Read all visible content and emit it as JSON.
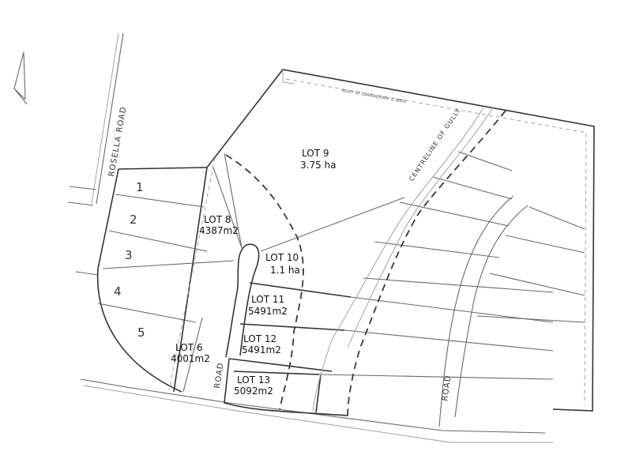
{
  "map": {
    "roads": {
      "rosella": "ROSELLA ROAD",
      "inner_road": "ROAD",
      "east_road": "ROAD"
    },
    "features": {
      "gully": "CENTRELINE OF GULLY",
      "easement": "RIGHT OF CARRIAGEWAY & WATE"
    },
    "lots": {
      "lot1": "1",
      "lot2": "2",
      "lot3": "3",
      "lot4": "4",
      "lot5": "5",
      "lot6": {
        "name": "LOT 6",
        "area": "4001m2"
      },
      "lot8": {
        "name": "LOT 8",
        "area": "4387m2"
      },
      "lot9": {
        "name": "LOT 9",
        "area": "3.75 ha"
      },
      "lot10": {
        "name": "LOT 10",
        "area": "1.1 ha"
      },
      "lot11": {
        "name": "LOT 11",
        "area": "5491m2"
      },
      "lot12": {
        "name": "LOT 12",
        "area": "5491m2"
      },
      "lot13": {
        "name": "LOT 13",
        "area": "5092m2"
      }
    }
  }
}
